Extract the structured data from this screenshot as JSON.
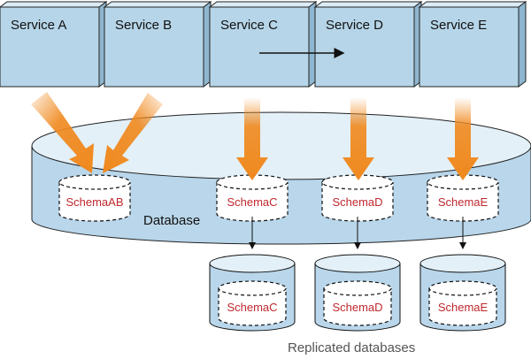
{
  "services": [
    {
      "id": "a",
      "label": "Service A"
    },
    {
      "id": "b",
      "label": "Service B"
    },
    {
      "id": "c",
      "label": "Service C"
    },
    {
      "id": "d",
      "label": "Service D"
    },
    {
      "id": "e",
      "label": "Service E"
    }
  ],
  "database": {
    "label": "Database",
    "schemas": [
      {
        "id": "ab",
        "label": "SchemaAB"
      },
      {
        "id": "c",
        "label": "SchemaC"
      },
      {
        "id": "d",
        "label": "SchemaD"
      },
      {
        "id": "e",
        "label": "SchemaE"
      }
    ]
  },
  "replicated": {
    "label": "Replicated databases",
    "schemas": [
      {
        "id": "c",
        "label": "SchemaC"
      },
      {
        "id": "d",
        "label": "SchemaD"
      },
      {
        "id": "e",
        "label": "SchemaE"
      }
    ]
  },
  "colors": {
    "box_front": "#b6d5e8",
    "box_top": "#dcecf6",
    "box_side": "#8fb6cf",
    "db_body": "#b9d6ea",
    "db_top": "#e3f0f8",
    "arrow_orange": "#f0891e",
    "schema_text": "#c0282e"
  }
}
